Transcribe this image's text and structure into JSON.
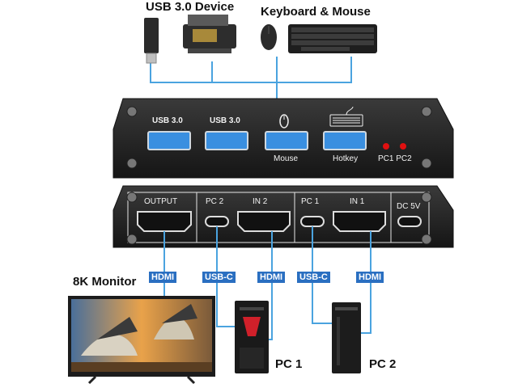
{
  "top_devices": {
    "usb_device_label": "USB 3.0 Device",
    "kbm_label": "Keyboard & Mouse"
  },
  "top_panel": {
    "port1_label": "USB 3.0",
    "port2_label": "USB 3.0",
    "mouse_label": "Mouse",
    "hotkey_label": "Hotkey",
    "led_labels": "PC1 PC2",
    "led_color": "#e01010",
    "port_color": "#3a8fe0"
  },
  "bottom_panel": {
    "output_label": "OUTPUT",
    "pc2_label": "PC 2",
    "in2_label": "IN 2",
    "pc1_label": "PC 1",
    "in1_label": "IN 1",
    "dc_label": "DC 5V"
  },
  "cables": {
    "hdmi_label": "HDMI",
    "usbc_label": "USB-C",
    "tag_color": "#2a6fc1"
  },
  "monitor": {
    "label": "8K Monitor"
  },
  "pcs": {
    "pc1_label": "PC 1",
    "pc2_label": "PC 2"
  }
}
